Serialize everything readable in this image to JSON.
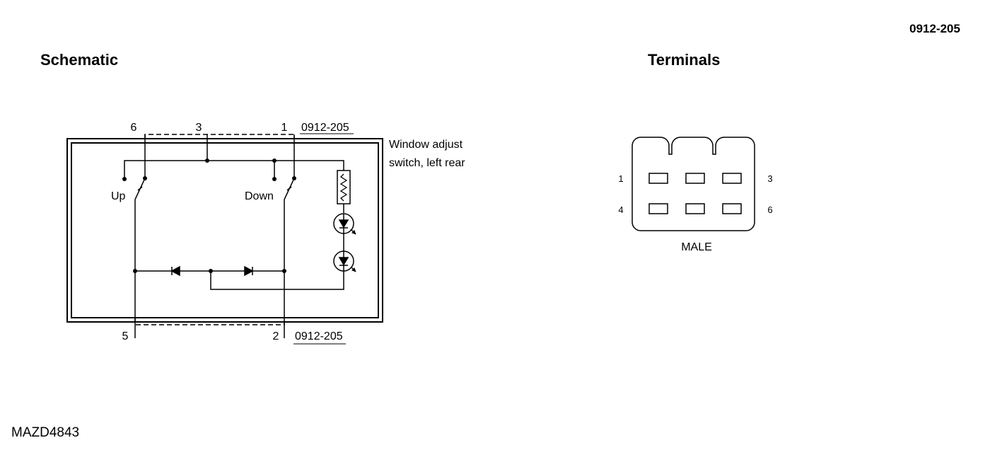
{
  "header": {
    "doc_number": "0912-205",
    "schematic_title": "Schematic",
    "terminals_title": "Terminals"
  },
  "schematic": {
    "top_pins": [
      "6",
      "3",
      "1"
    ],
    "bottom_pins": [
      "5",
      "2"
    ],
    "connector_ref_top": "0912-205",
    "connector_ref_bottom": "0912-205",
    "component_label_line1": "Window adjust",
    "component_label_line2": "switch, left rear",
    "switch_up_label": "Up",
    "switch_down_label": "Down"
  },
  "terminals": {
    "left_labels": [
      "1",
      "4"
    ],
    "right_labels": [
      "3",
      "6"
    ],
    "gender": "MALE"
  },
  "footer": {
    "figure_id": "MAZD4843"
  }
}
